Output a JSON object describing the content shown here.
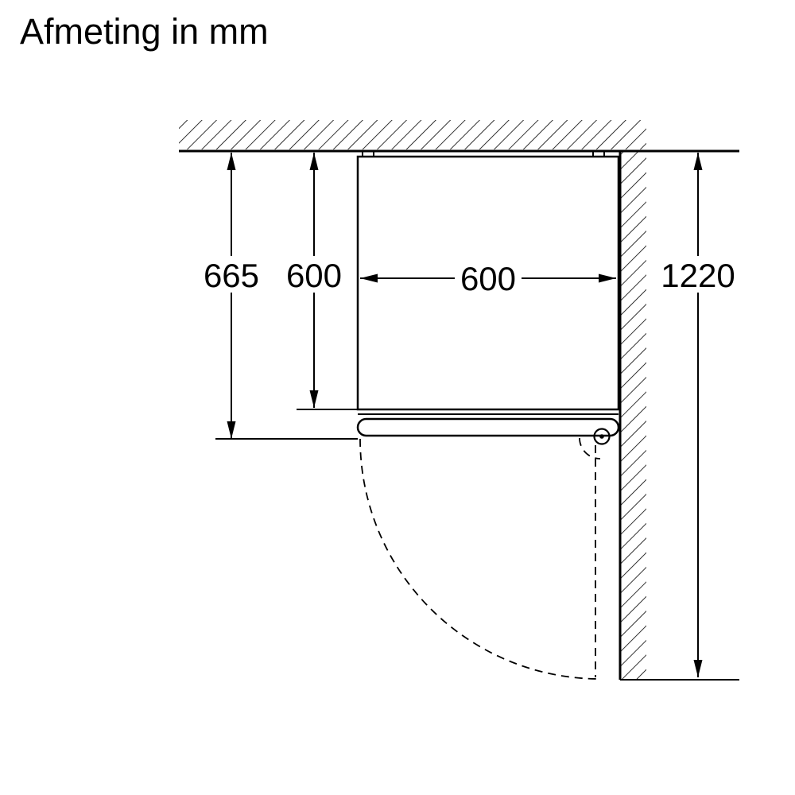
{
  "title": "Afmeting in mm",
  "diagram": {
    "unit": "mm",
    "dimensions": {
      "depth_with_door": "665",
      "cabinet_depth": "600",
      "cabinet_width": "600",
      "door_swing_clearance": "1220"
    }
  },
  "colors": {
    "line": "#000000",
    "background": "#ffffff"
  }
}
